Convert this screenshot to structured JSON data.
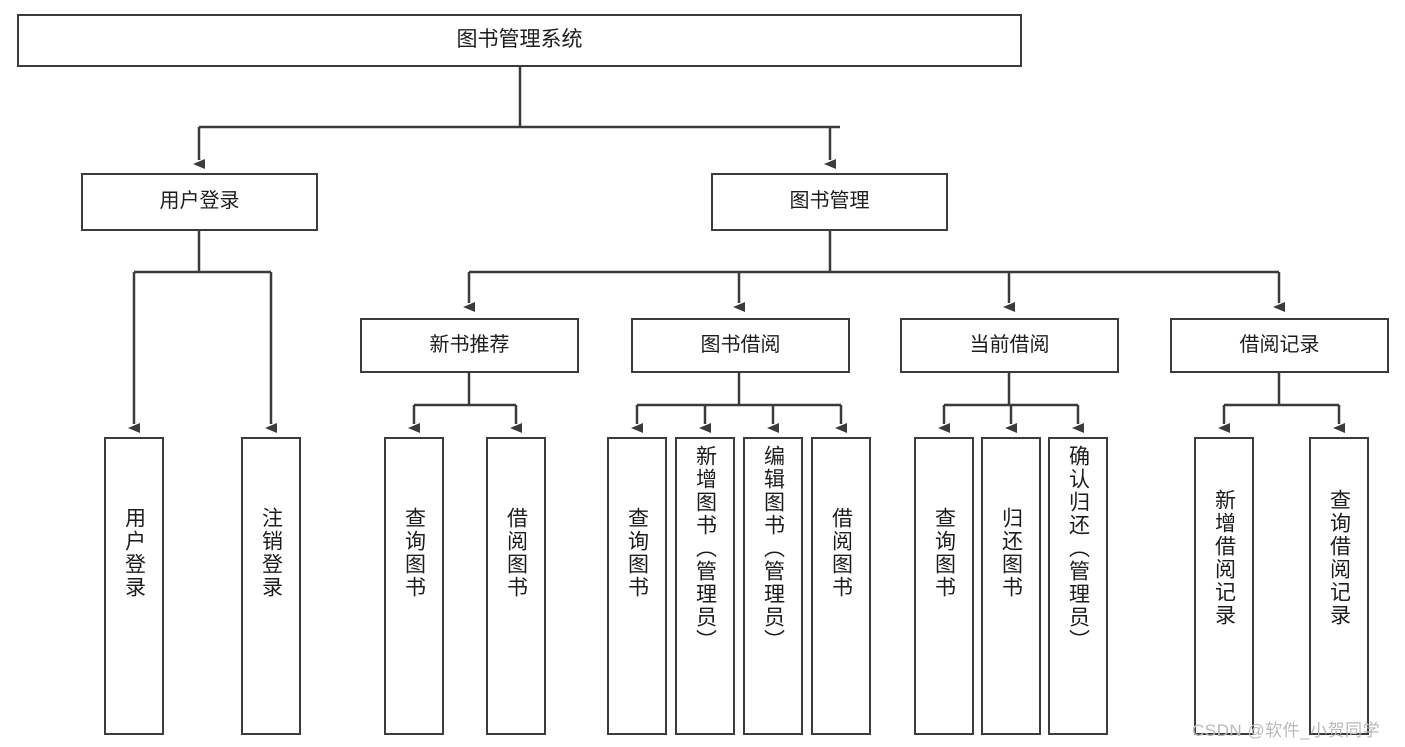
{
  "diagram": {
    "type": "tree-hierarchy",
    "title": "图书管理系统",
    "root": {
      "label": "图书管理系统"
    },
    "level2": [
      {
        "label": "用户登录"
      },
      {
        "label": "图书管理"
      }
    ],
    "level3": [
      {
        "label": "新书推荐"
      },
      {
        "label": "图书借阅"
      },
      {
        "label": "当前借阅"
      },
      {
        "label": "借阅记录"
      }
    ],
    "leaves": {
      "user_login": [
        {
          "label": "用户登录"
        },
        {
          "label": "注销登录"
        }
      ],
      "new_book_recommend": [
        {
          "label": "查询图书"
        },
        {
          "label": "借阅图书"
        }
      ],
      "book_borrow": [
        {
          "label": "查询图书"
        },
        {
          "label": "新增图书（管理员）"
        },
        {
          "label": "编辑图书（管理员）"
        },
        {
          "label": "借阅图书"
        }
      ],
      "current_borrow": [
        {
          "label": "查询图书"
        },
        {
          "label": "归还图书"
        },
        {
          "label": "确认归还（管理员）"
        }
      ],
      "borrow_record": [
        {
          "label": "新增借阅记录"
        },
        {
          "label": "查询借阅记录"
        }
      ]
    },
    "watermark": "CSDN @软件_小贺同学",
    "colors": {
      "stroke": "#3b3b3b",
      "fill": "#ffffff",
      "text": "#1d1d1d",
      "watermark": "#b9b9b9"
    }
  }
}
